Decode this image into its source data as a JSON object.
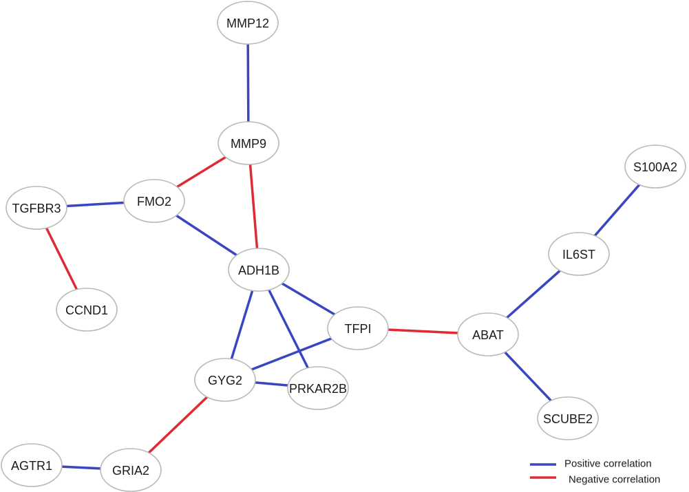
{
  "colors": {
    "positive": "#3a45c0",
    "negative": "#de2a33",
    "node_border": "#b9b9b9",
    "node_fill": "#ffffff",
    "text": "#1a1a1a"
  },
  "legend": {
    "positive_label": "Positive correlation",
    "negative_label": "Negative correlation"
  },
  "nodes": [
    {
      "id": "MMP12",
      "label": "MMP12"
    },
    {
      "id": "MMP9",
      "label": "MMP9"
    },
    {
      "id": "S100A2",
      "label": "S100A2"
    },
    {
      "id": "TGFBR3",
      "label": "TGFBR3"
    },
    {
      "id": "FMO2",
      "label": "FMO2"
    },
    {
      "id": "IL6ST",
      "label": "IL6ST"
    },
    {
      "id": "ADH1B",
      "label": "ADH1B"
    },
    {
      "id": "CCND1",
      "label": "CCND1"
    },
    {
      "id": "TFPI",
      "label": "TFPI"
    },
    {
      "id": "ABAT",
      "label": "ABAT"
    },
    {
      "id": "GYG2",
      "label": "GYG2"
    },
    {
      "id": "PRKAR2B",
      "label": "PRKAR2B"
    },
    {
      "id": "SCUBE2",
      "label": "SCUBE2"
    },
    {
      "id": "AGTR1",
      "label": "AGTR1"
    },
    {
      "id": "GRIA2",
      "label": "GRIA2"
    }
  ],
  "edges": [
    {
      "source": "MMP12",
      "target": "MMP9",
      "type": "positive"
    },
    {
      "source": "MMP9",
      "target": "FMO2",
      "type": "negative"
    },
    {
      "source": "MMP9",
      "target": "ADH1B",
      "type": "negative"
    },
    {
      "source": "TGFBR3",
      "target": "FMO2",
      "type": "positive"
    },
    {
      "source": "TGFBR3",
      "target": "CCND1",
      "type": "negative"
    },
    {
      "source": "FMO2",
      "target": "ADH1B",
      "type": "positive"
    },
    {
      "source": "ADH1B",
      "target": "TFPI",
      "type": "positive"
    },
    {
      "source": "ADH1B",
      "target": "GYG2",
      "type": "positive"
    },
    {
      "source": "ADH1B",
      "target": "PRKAR2B",
      "type": "positive"
    },
    {
      "source": "TFPI",
      "target": "GYG2",
      "type": "positive"
    },
    {
      "source": "TFPI",
      "target": "ABAT",
      "type": "negative"
    },
    {
      "source": "GYG2",
      "target": "PRKAR2B",
      "type": "positive"
    },
    {
      "source": "GYG2",
      "target": "GRIA2",
      "type": "negative"
    },
    {
      "source": "AGTR1",
      "target": "GRIA2",
      "type": "positive"
    },
    {
      "source": "S100A2",
      "target": "IL6ST",
      "type": "positive"
    },
    {
      "source": "IL6ST",
      "target": "ABAT",
      "type": "positive"
    },
    {
      "source": "ABAT",
      "target": "SCUBE2",
      "type": "positive"
    }
  ]
}
